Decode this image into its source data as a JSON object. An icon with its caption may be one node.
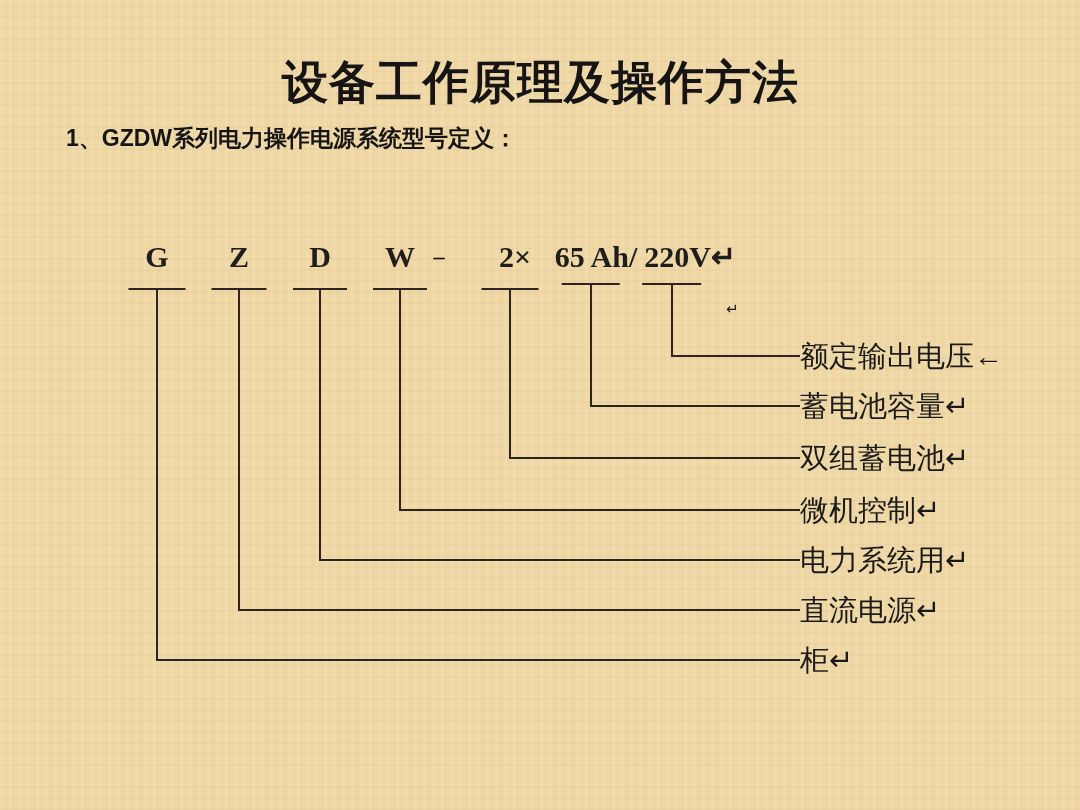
{
  "diagram": {
    "title": "设备工作原理及操作方法",
    "nodes": [
      {
        "text": [
          "G"
        ]
      },
      {
        "text": [
          "Z"
        ]
      },
      {
        "text": [
          "D"
        ]
      },
      {
        "text": [
          "W"
        ]
      },
      {
        "text": [
          "2×"
        ]
      },
      {
        "text": [
          "65 Ah/"
        ]
      },
      {
        "text": [
          "220V↵"
        ]
      },
      {
        "text": [
          "额定输出电压←"
        ]
      },
      {
        "text": [
          "蓄电池容量↵"
        ]
      },
      {
        "text": [
          "双组蓄电池↵"
        ]
      },
      {
        "text": [
          "微机控制↵"
        ]
      },
      {
        "text": [
          "电力系统用↵"
        ]
      },
      {
        "text": [
          "直流电源↵"
        ]
      },
      {
        "text": [
          "柜↵"
        ]
      }
    ],
    "edges": [
      {
        "from": 7,
        "to": 6,
        "arrow": "none"
      },
      {
        "from": 8,
        "to": 5,
        "arrow": "none"
      },
      {
        "from": 9,
        "to": 4,
        "arrow": "none"
      },
      {
        "from": 10,
        "to": 3,
        "arrow": "none"
      },
      {
        "from": 11,
        "to": 2,
        "arrow": "none"
      },
      {
        "from": 12,
        "to": 1,
        "arrow": "none"
      },
      {
        "from": 13,
        "to": 0,
        "arrow": "none"
      }
    ],
    "labels": [
      "1、GZDW系列电力操作电源系统型号定义：",
      "－",
      "↵"
    ]
  }
}
